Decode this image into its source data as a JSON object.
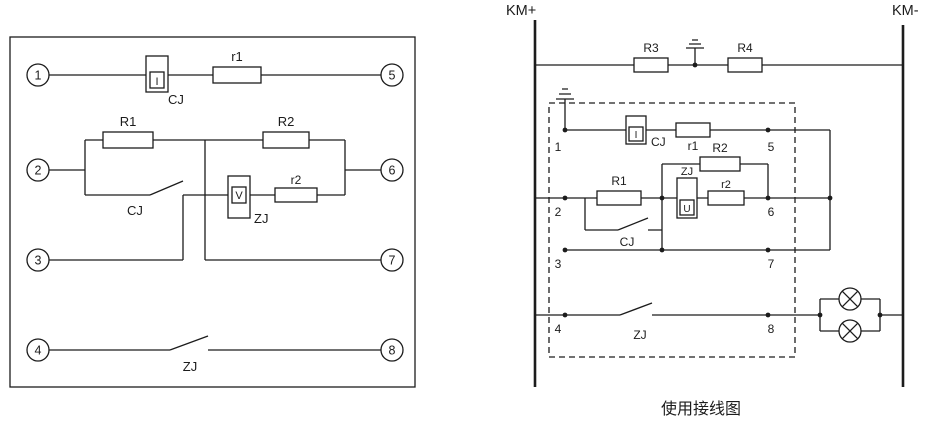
{
  "colors": {
    "ink": "#1c1c1c",
    "background": "#ffffff"
  },
  "internal": {
    "terminals": [
      "1",
      "2",
      "3",
      "4",
      "5",
      "6",
      "7",
      "8"
    ],
    "current_coil_letter": "I",
    "current_coil_label": "CJ",
    "resistor_r1": "r1",
    "resistor_R1": "R1",
    "resistor_R2": "R2",
    "resistor_r2": "r2",
    "voltage_element_letter": "V",
    "voltage_element_label": "ZJ",
    "cj_contact": "CJ",
    "zj_contact": "ZJ"
  },
  "wiring": {
    "bus_positive": "KM+",
    "bus_negative": "KM-",
    "resistor_R3": "R3",
    "resistor_R4": "R4",
    "terminals": [
      "1",
      "2",
      "3",
      "4",
      "5",
      "6",
      "7",
      "8"
    ],
    "current_coil_letter": "I",
    "current_coil_label": "CJ",
    "resistor_r1": "r1",
    "resistor_R1": "R1",
    "resistor_R2": "R2",
    "resistor_r2": "r2",
    "voltage_element_label": "ZJ",
    "voltage_element_letter": "U",
    "cj_contact": "CJ",
    "zj_contact": "ZJ",
    "caption": "使用接线图"
  }
}
